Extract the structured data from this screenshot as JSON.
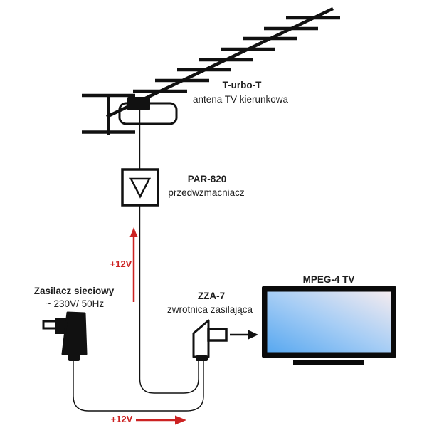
{
  "labels": {
    "antenna_model": "T-urbo-T",
    "antenna_desc": "antena TV kierunkowa",
    "preamp_model": "PAR-820",
    "preamp_desc": "przedwzmacniacz",
    "psu_name": "Zasilacz sieciowy",
    "psu_spec": "~ 230V/ 50Hz",
    "inserter_model": "ZZA-7",
    "inserter_desc": "zwrotnica zasilająca",
    "tv_label": "MPEG-4 TV",
    "voltage_feed": "+12V",
    "voltage_return": "+12V"
  },
  "colors": {
    "accent_red": "#cc2222",
    "line": "#111111",
    "screen_blue": "#58a8f0",
    "screen_mid": "#a6cdf5",
    "screen_highlight": "#f4ebef"
  }
}
